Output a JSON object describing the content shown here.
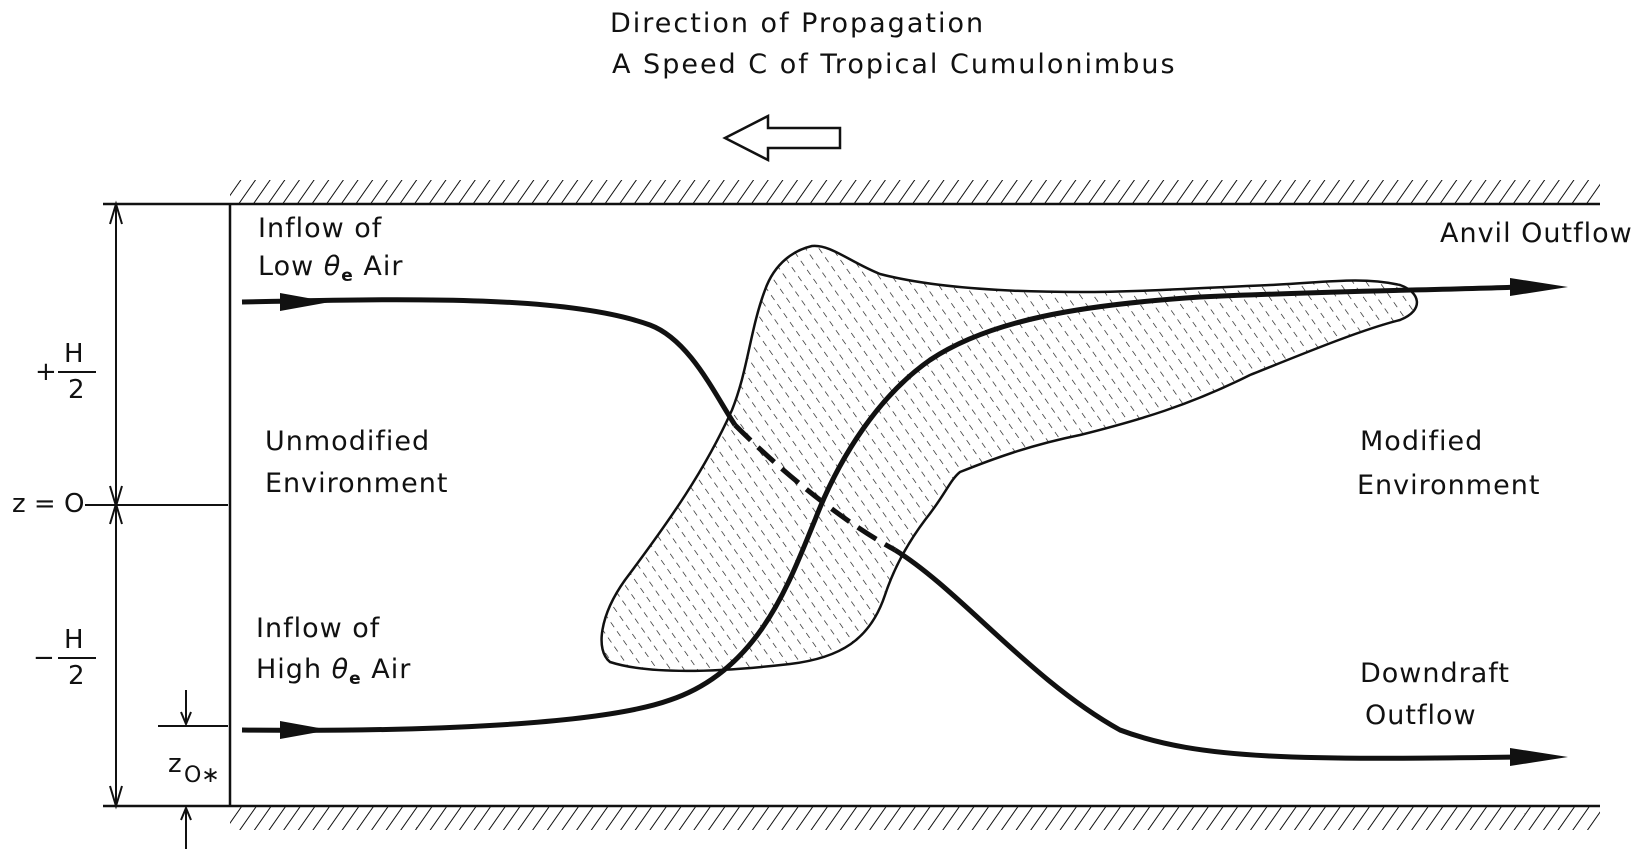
{
  "title": {
    "line1": "Direction  of  Propagation",
    "line2": "A Speed   C of  Tropical  Cumulonimbus"
  },
  "labels": {
    "inflow_low_line1": "Inflow of",
    "inflow_low_line2_prefix": "Low ",
    "inflow_low_theta": "θ",
    "inflow_low_sub": "e",
    "inflow_low_suffix": " Air",
    "inflow_high_line1": "Inflow of",
    "inflow_high_line2_prefix": "High ",
    "inflow_high_theta": "θ",
    "inflow_high_sub": "e",
    "inflow_high_suffix": " Air",
    "unmodified_line1": "Unmodified",
    "unmodified_line2": "Environment",
    "modified_line1": "Modified",
    "modified_line2": "Environment",
    "anvil_outflow": "Anvil Outflow",
    "downdraft_line1": "Downdraft",
    "downdraft_line2": "Outflow"
  },
  "axis": {
    "plus_sign": "+",
    "minus_sign": "−",
    "h_num": "H",
    "h_den": "2",
    "z_zero": "z = O",
    "z0_main": "z",
    "z0_sub": "O∗"
  },
  "colors": {
    "ink": "#111111",
    "cloud_fill": "#ffffff"
  }
}
